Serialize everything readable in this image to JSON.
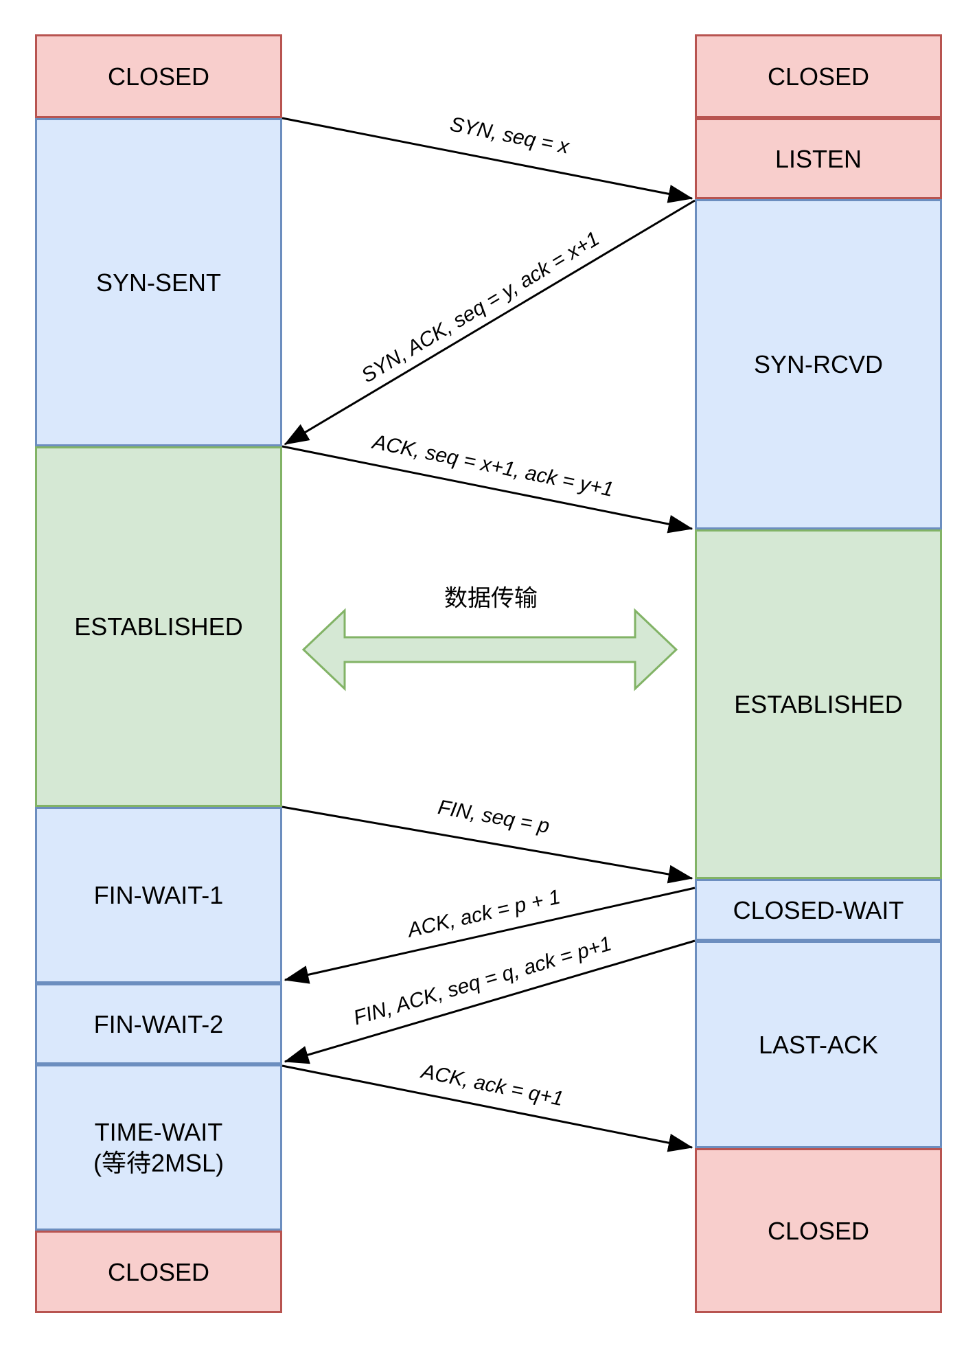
{
  "diagram": {
    "client": {
      "states": [
        {
          "label": "CLOSED"
        },
        {
          "label": "SYN-SENT"
        },
        {
          "label": "ESTABLISHED"
        },
        {
          "label": "FIN-WAIT-1"
        },
        {
          "label": "FIN-WAIT-2"
        },
        {
          "label": "TIME-WAIT",
          "sublabel": "(等待2MSL)"
        },
        {
          "label": "CLOSED"
        }
      ]
    },
    "server": {
      "states": [
        {
          "label": "CLOSED"
        },
        {
          "label": "LISTEN"
        },
        {
          "label": "SYN-RCVD"
        },
        {
          "label": "ESTABLISHED"
        },
        {
          "label": "CLOSED-WAIT"
        },
        {
          "label": "LAST-ACK"
        },
        {
          "label": "CLOSED"
        }
      ]
    },
    "messages": [
      {
        "text": "SYN, seq = x"
      },
      {
        "text": "SYN, ACK, seq = y, ack = x+1"
      },
      {
        "text": "ACK, seq = x+1, ack = y+1"
      },
      {
        "text": "FIN, seq = p"
      },
      {
        "text": "ACK, ack = p + 1"
      },
      {
        "text": "FIN, ACK, seq = q, ack = p+1"
      },
      {
        "text": "ACK, ack = q+1"
      }
    ],
    "data_transfer": {
      "label": "数据传输"
    },
    "colors": {
      "closed_fill": "#f8cecc",
      "closed_stroke": "#b85450",
      "transition_fill": "#dae8fc",
      "transition_stroke": "#6c8ebf",
      "established_fill": "#d5e8d4",
      "established_stroke": "#82b366",
      "arrow": "#000000"
    }
  }
}
